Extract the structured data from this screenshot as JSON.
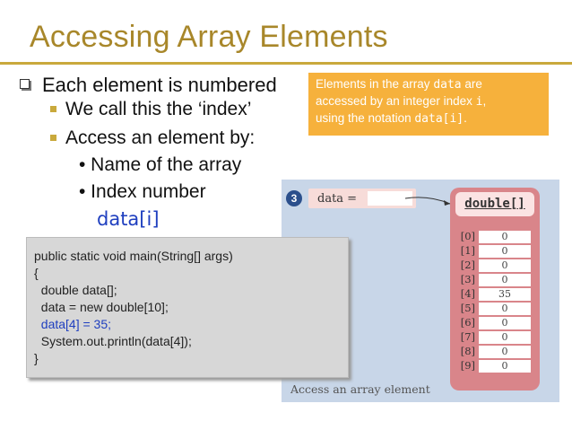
{
  "slide": {
    "title": "Accessing Array Elements",
    "bullets": {
      "level1": "Each element is numbered",
      "level2": [
        "We call this the ‘index’",
        "Access an element by:"
      ],
      "level3": [
        "• Name of the array",
        "• Index number"
      ],
      "example": "data[i]"
    },
    "callout": {
      "line1_a": "Elements in the array ",
      "line1_code": "data",
      "line1_b": " are",
      "line2_a": "accessed by an integer index ",
      "line2_code": "i",
      "line2_b": ",",
      "line3_a": "using the notation ",
      "line3_code": "data[i]",
      "line3_b": "."
    },
    "code": {
      "lines": [
        "public static void main(String[] args)",
        "{",
        "  double data[];",
        "  data = new double[10];",
        "  data[4] = 35;",
        "  System.out.println(data[4]);",
        "}"
      ],
      "highlight_line": 4
    },
    "figure": {
      "step_number": "3",
      "variable_label": "data =",
      "array_type": "double[]",
      "indices": [
        "[0]",
        "[1]",
        "[2]",
        "[3]",
        "[4]",
        "[5]",
        "[6]",
        "[7]",
        "[8]",
        "[9]"
      ],
      "values": [
        "0",
        "0",
        "0",
        "0",
        "35",
        "0",
        "0",
        "0",
        "0",
        "0"
      ],
      "caption": "Access an array element"
    },
    "colors": {
      "title": "#a8872a",
      "accent": "#c9a93c",
      "callout_bg": "#f6b13c",
      "highlight_code": "#1f3fbf",
      "figure_bg": "#c8d6e8",
      "array_bg": "#d9858a"
    }
  }
}
